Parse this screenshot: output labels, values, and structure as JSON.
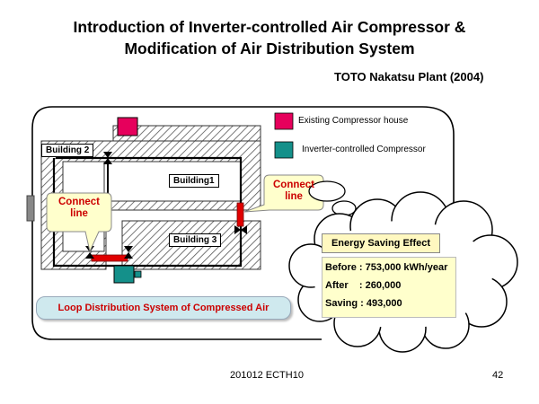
{
  "title": {
    "line1": "Introduction of Inverter-controlled Air Compressor &",
    "line2": "Modification of Air Distribution System"
  },
  "subtitle": "TOTO Nakatsu Plant (2004)",
  "legend": {
    "existing_label": "Existing Compressor house",
    "existing_color": "#e6005c",
    "inverter_label": "Inverter-controlled Compressor",
    "inverter_color": "#14908a"
  },
  "buildings": {
    "b1": "Building1",
    "b2": "Building 2",
    "b3": "Building 3"
  },
  "connect_label": {
    "left_line1": "Connect",
    "left_line2": "line",
    "right_line1": "Connect",
    "right_line2": "line"
  },
  "loop_label": "Loop Distribution System of Compressed Air",
  "energy": {
    "heading": "Energy Saving Effect",
    "before": "Before : 753,000 kWh/year",
    "after": "After    : 260,000",
    "saving": "Saving : 493,000"
  },
  "colors": {
    "connect_text": "#cc0000",
    "pipe_red": "#e00000",
    "loop_bg": "#cfe9ee",
    "effect_bg": "#ffffcc"
  },
  "footer": {
    "code": "201012 ECTH10",
    "page": "42"
  }
}
